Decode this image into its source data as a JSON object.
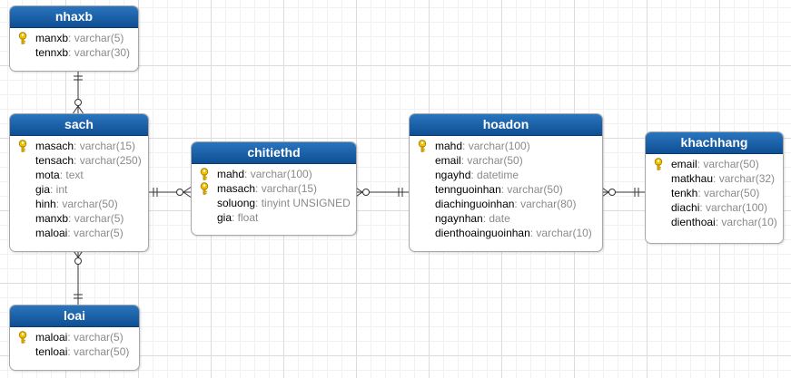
{
  "entities": [
    {
      "id": "nhaxb",
      "name": "nhaxb",
      "columns": [
        {
          "name": "manxb",
          "type": ": varchar(5)",
          "key": true
        },
        {
          "name": "tennxb",
          "type": ": varchar(30)",
          "key": false
        }
      ]
    },
    {
      "id": "sach",
      "name": "sach",
      "columns": [
        {
          "name": "masach",
          "type": ": varchar(15)",
          "key": true
        },
        {
          "name": "tensach",
          "type": ": varchar(250)",
          "key": false
        },
        {
          "name": "mota",
          "type": ": text",
          "key": false
        },
        {
          "name": "gia",
          "type": ": int",
          "key": false
        },
        {
          "name": "hinh",
          "type": ": varchar(50)",
          "key": false
        },
        {
          "name": "manxb",
          "type": ": varchar(5)",
          "key": false
        },
        {
          "name": "maloai",
          "type": ": varchar(5)",
          "key": false
        }
      ]
    },
    {
      "id": "loai",
      "name": "loai",
      "columns": [
        {
          "name": "maloai",
          "type": ": varchar(5)",
          "key": true
        },
        {
          "name": "tenloai",
          "type": ": varchar(50)",
          "key": false
        }
      ]
    },
    {
      "id": "chitiethd",
      "name": "chitiethd",
      "columns": [
        {
          "name": "mahd",
          "type": ": varchar(100)",
          "key": true
        },
        {
          "name": "masach",
          "type": ": varchar(15)",
          "key": true
        },
        {
          "name": "soluong",
          "type": ": tinyint UNSIGNED",
          "key": false
        },
        {
          "name": "gia",
          "type": ": float",
          "key": false
        }
      ]
    },
    {
      "id": "hoadon",
      "name": "hoadon",
      "columns": [
        {
          "name": "mahd",
          "type": ": varchar(100)",
          "key": true
        },
        {
          "name": "email",
          "type": ": varchar(50)",
          "key": false
        },
        {
          "name": "ngayhd",
          "type": ": datetime",
          "key": false
        },
        {
          "name": "tennguoinhan",
          "type": ": varchar(50)",
          "key": false
        },
        {
          "name": "diachinguoinhan",
          "type": ": varchar(80)",
          "key": false
        },
        {
          "name": "ngaynhan",
          "type": ": date",
          "key": false
        },
        {
          "name": "dienthoainguoinhan",
          "type": ": varchar(10)",
          "key": false
        }
      ]
    },
    {
      "id": "khachhang",
      "name": "khachhang",
      "columns": [
        {
          "name": "email",
          "type": ": varchar(50)",
          "key": true
        },
        {
          "name": "matkhau",
          "type": ": varchar(32)",
          "key": false
        },
        {
          "name": "tenkh",
          "type": ": varchar(50)",
          "key": false
        },
        {
          "name": "diachi",
          "type": ": varchar(100)",
          "key": false
        },
        {
          "name": "dienthoai",
          "type": ": varchar(10)",
          "key": false
        }
      ]
    }
  ],
  "relations": [
    {
      "from": "nhaxb",
      "to": "sach",
      "from_end": "one-mandatory",
      "to_end": "many-optional"
    },
    {
      "from": "sach",
      "to": "loai",
      "from_end": "many-optional",
      "to_end": "one-mandatory"
    },
    {
      "from": "sach",
      "to": "chitiethd",
      "from_end": "one-mandatory",
      "to_end": "many-optional"
    },
    {
      "from": "chitiethd",
      "to": "hoadon",
      "from_end": "many-optional",
      "to_end": "one-mandatory"
    },
    {
      "from": "hoadon",
      "to": "khachhang",
      "from_end": "many-optional",
      "to_end": "one-mandatory"
    }
  ],
  "colors": {
    "header_top": "#2a75bf",
    "header_bottom": "#0f4f93",
    "type_text": "#8a8a8a",
    "line": "#333333",
    "key_icon": "#f2c200"
  }
}
